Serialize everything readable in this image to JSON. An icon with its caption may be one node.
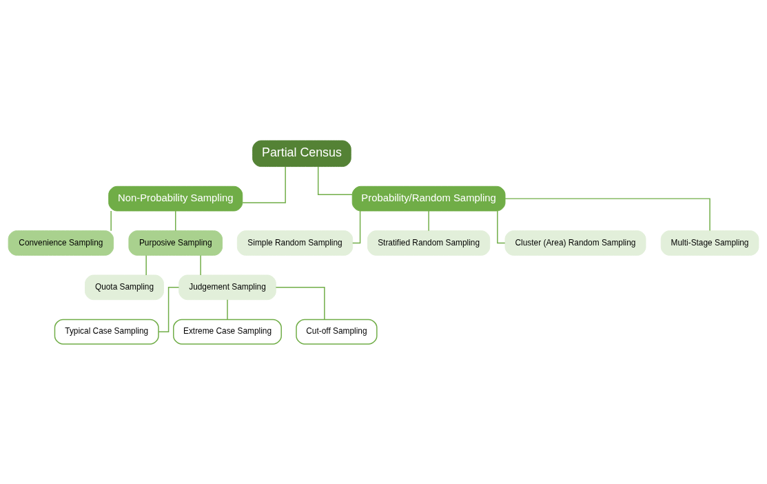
{
  "diagram": {
    "nodes": [
      {
        "text": [
          "Partial Census"
        ]
      },
      {
        "text": [
          "Non-Probability Sampling"
        ]
      },
      {
        "text": [
          "Probability/Random Sampling"
        ]
      },
      {
        "text": [
          "Convenience Sampling"
        ]
      },
      {
        "text": [
          "Purposive Sampling"
        ]
      },
      {
        "text": [
          "Quota Sampling"
        ]
      },
      {
        "text": [
          "Judgement Sampling"
        ]
      },
      {
        "text": [
          "Typical Case Sampling"
        ]
      },
      {
        "text": [
          "Extreme Case Sampling"
        ]
      },
      {
        "text": [
          "Cut-off Sampling"
        ]
      },
      {
        "text": [
          "Simple Random Sampling"
        ]
      },
      {
        "text": [
          "Stratified Random Sampling"
        ]
      },
      {
        "text": [
          "Cluster (Area) Random Sampling"
        ]
      },
      {
        "text": [
          "Multi-Stage Sampling"
        ]
      }
    ],
    "edges": [
      {
        "from": 0,
        "to": 1,
        "arrow": "none"
      },
      {
        "from": 0,
        "to": 2,
        "arrow": "none"
      },
      {
        "from": 1,
        "to": 3,
        "arrow": "none"
      },
      {
        "from": 1,
        "to": 4,
        "arrow": "none"
      },
      {
        "from": 4,
        "to": 5,
        "arrow": "none"
      },
      {
        "from": 4,
        "to": 6,
        "arrow": "none"
      },
      {
        "from": 6,
        "to": 7,
        "arrow": "none"
      },
      {
        "from": 6,
        "to": 8,
        "arrow": "none"
      },
      {
        "from": 6,
        "to": 9,
        "arrow": "none"
      },
      {
        "from": 2,
        "to": 10,
        "arrow": "none"
      },
      {
        "from": 2,
        "to": 11,
        "arrow": "none"
      },
      {
        "from": 2,
        "to": 12,
        "arrow": "none"
      },
      {
        "from": 2,
        "to": 13,
        "arrow": "none"
      }
    ]
  }
}
